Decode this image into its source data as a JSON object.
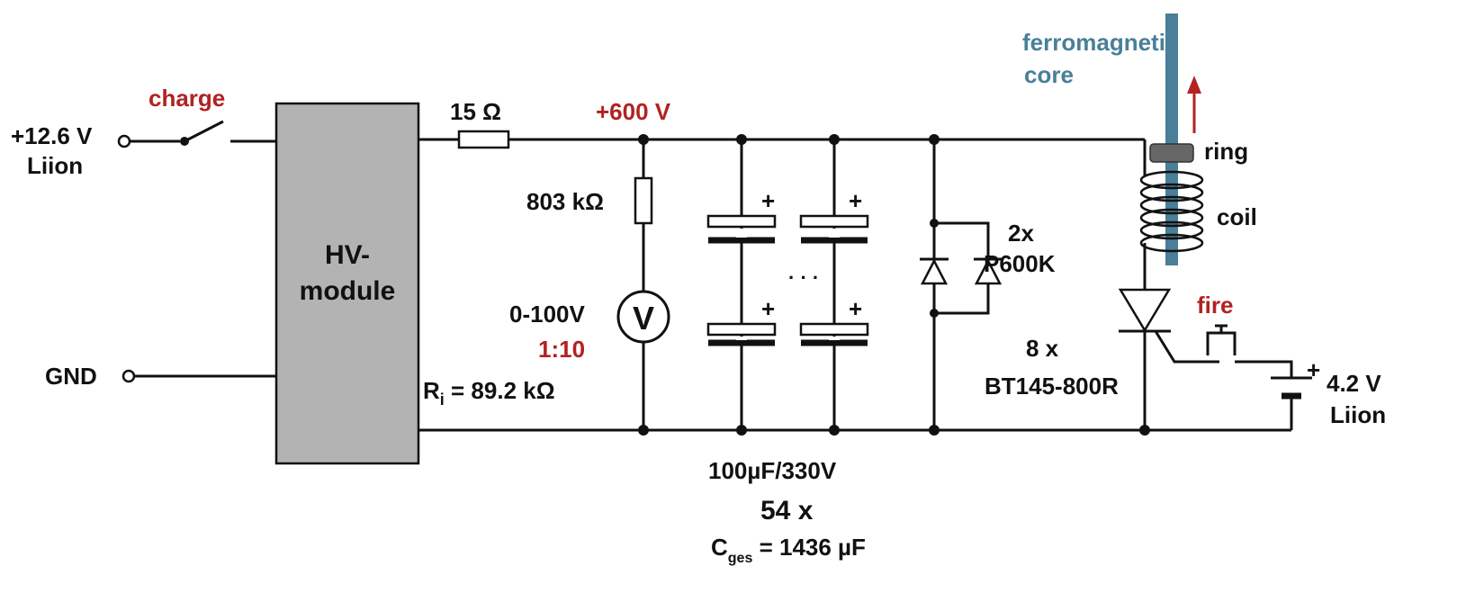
{
  "labels": {
    "supply_voltage": "+12.6 V",
    "supply_type": "Liion",
    "gnd": "GND",
    "charge": "charge",
    "hv_module_line1": "HV-",
    "hv_module_line2": "module",
    "r_series": "15 Ω",
    "hv_voltage": "+600 V",
    "r_divider": "803 kΩ",
    "meter_symbol": "V",
    "meter_range": "0-100V",
    "meter_ratio": "1:10",
    "meter_ri_prefix": "R",
    "meter_ri_sub": "i",
    "meter_ri_value": " = 89.2 kΩ",
    "cap_plus": "+",
    "ellipsis": "· · ·",
    "cap_rating": "100µF/330V",
    "cap_count": "54 x",
    "cges_prefix": "C",
    "cges_sub": "ges",
    "cges_value": " = 1436 µF",
    "diode_count": "2x",
    "diode_type": "P600K",
    "thyristor_count": "8 x",
    "thyristor_type": "BT145-800R",
    "core_line1": "ferromagnetic",
    "core_line2": "core",
    "ring": "ring",
    "coil": "coil",
    "fire": "fire",
    "battery_plus": "+",
    "battery_voltage": "4.2 V",
    "battery_type": "Liion"
  },
  "colors": {
    "accent_red": "#b22222",
    "core_blue": "#4a7f99",
    "module_gray": "#b3b3b3"
  }
}
